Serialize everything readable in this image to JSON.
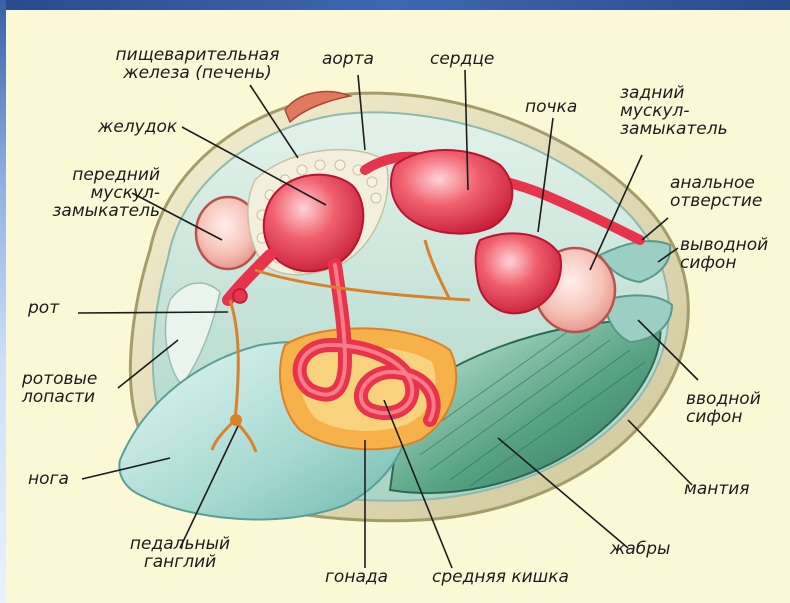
{
  "labels": {
    "digestive_gland": "пищеварительная\nжелеза (печень)",
    "aorta": "аорта",
    "heart": "сердце",
    "kidney": "почка",
    "posterior_adductor": "задний\nмускул-\nзамыкатель",
    "stomach": "желудок",
    "anterior_adductor": "передний\nмускул-\nзамыкатель",
    "anus": "анальное\nотверстие",
    "excurrent_siphon": "выводной\nсифон",
    "mouth": "рот",
    "labial_palps": "ротовые\nлопасти",
    "incurrent_siphon": "вводной\nсифон",
    "foot": "нога",
    "mantle": "мантия",
    "pedal_ganglion": "педальный\nганглий",
    "gills": "жабры",
    "gonad": "гонада",
    "midgut": "средняя кишка"
  },
  "colors": {
    "background": "#fbf8d6",
    "shell": "#e8e1b8",
    "mantle": "#bfe0d6",
    "foot": "#a9d8d2",
    "gill": "#3f8f70",
    "organ_red": "#e8334c",
    "organ_pink": "#f3a2a8",
    "nerve": "#d9822b",
    "leader": "#1c1c1c"
  }
}
